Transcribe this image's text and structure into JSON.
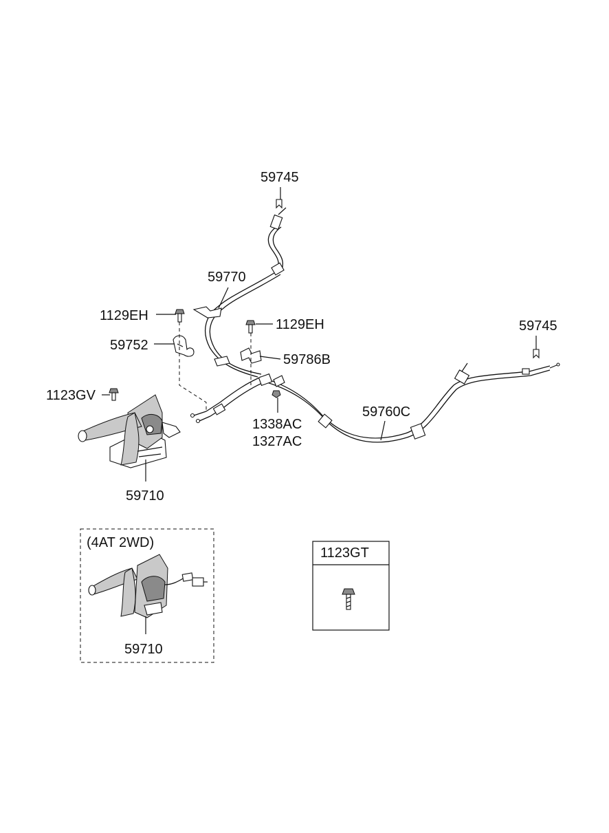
{
  "labels": {
    "p59745_top": "59745",
    "p59770": "59770",
    "p1129EH_left": "1129EH",
    "p59752": "59752",
    "p1129EH_right": "1129EH",
    "p59786B": "59786B",
    "p1123GV": "1123GV",
    "p1338AC": "1338AC",
    "p1327AC": "1327AC",
    "p59760C": "59760C",
    "p59745_right": "59745",
    "p59710_main": "59710",
    "variant_title": "(4AT 2WD)",
    "p59710_variant": "59710",
    "legend_part": "1123GT"
  }
}
